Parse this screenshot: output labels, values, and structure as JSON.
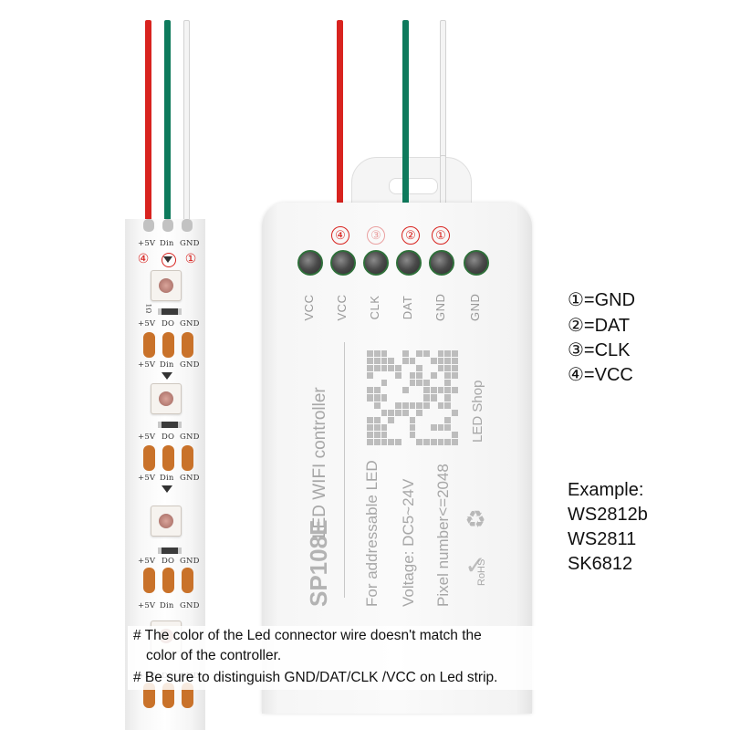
{
  "strip": {
    "top_labels": [
      "+5V",
      "Din",
      "GND"
    ],
    "pin_marks": [
      "④",
      "▼",
      "①"
    ],
    "segment_labels_a": [
      "+5V",
      "DO",
      "GND"
    ],
    "segment_labels_b": [
      "+5V",
      "Din",
      "GND"
    ],
    "resistor_text": "1Ω"
  },
  "controller": {
    "pins": [
      "VCC",
      "VCC",
      "CLK",
      "DAT",
      "GND",
      "GND"
    ],
    "pin_marks": [
      "④",
      "③",
      "②",
      "①"
    ],
    "product_name": "LED WIFI controller",
    "brand": "LED Shop",
    "model": "SP108E",
    "spec_1": "For addressable LED",
    "spec_2": "Voltage: DC5~24V",
    "spec_3": "Pixel number<=2048",
    "rohs": "RoHS"
  },
  "legend": [
    "①=GND",
    "②=DAT",
    "③=CLK",
    "④=VCC"
  ],
  "example": {
    "title": "Example:",
    "items": [
      "WS2812b",
      "WS2811",
      "SK6812"
    ]
  },
  "notes": [
    "# The color of the Led connector wire doesn't match the",
    "color of the controller.",
    "# Be sure to distinguish GND/DAT/CLK /VCC on Led strip."
  ],
  "colors": {
    "wire_red": "#d8231f",
    "wire_green": "#0e7a5c",
    "wire_white": "#f4f4f4",
    "pad_copper": "#c9722a",
    "terminal_green": "#2f6f3a"
  }
}
